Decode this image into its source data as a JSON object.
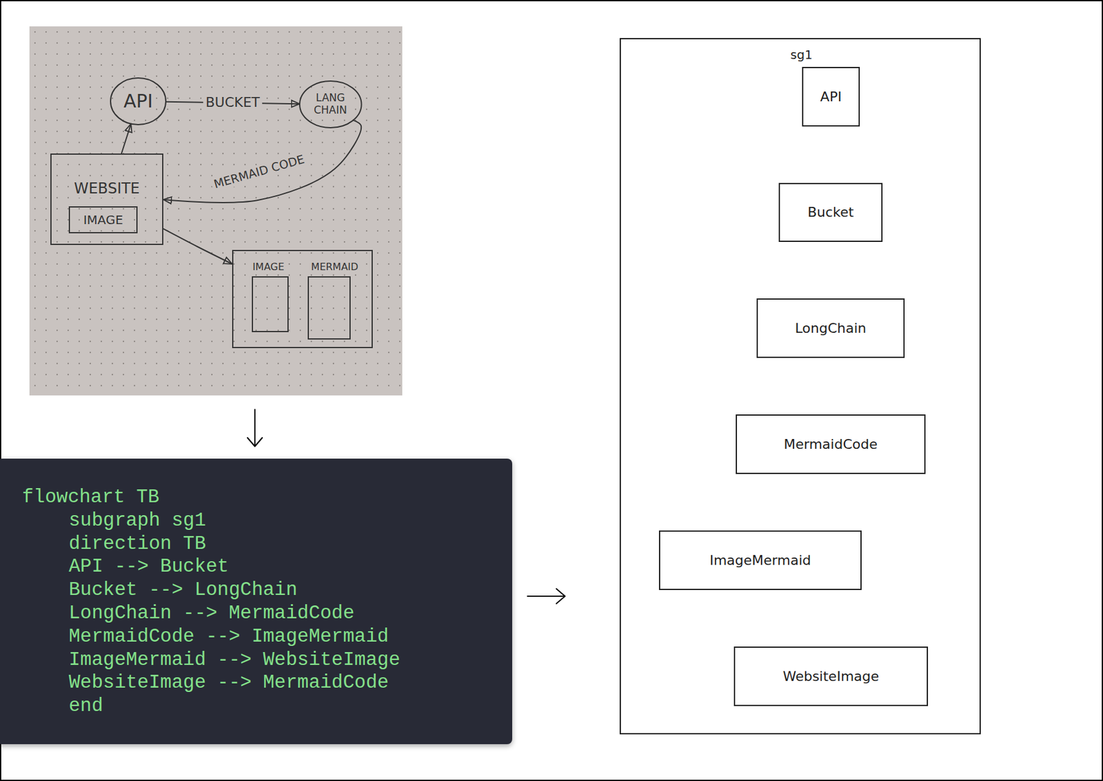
{
  "diagram": {
    "nodes": [
      {
        "text": [
          "API"
        ]
      },
      {
        "text": [
          "LANG CHAIN"
        ]
      },
      {
        "text": [
          "WEBSITE"
        ]
      },
      {
        "text": [
          "IMAGE"
        ],
        "in": 2
      },
      {
        "text": [
          "IMAGE",
          "MERMAID"
        ]
      },
      {
        "text": [
          "flowchart TB",
          "subgraph sg1",
          "direction TB",
          "API --> Bucket",
          "Bucket --> LongChain",
          "LongChain --> MermaidCode",
          "MermaidCode --> ImageMermaid",
          "ImageMermaid --> WebsiteImage",
          "WebsiteImage --> MermaidCode",
          "end"
        ]
      },
      {
        "text": [
          "sg1"
        ]
      },
      {
        "text": [
          "API"
        ],
        "in": 6
      },
      {
        "text": [
          "Bucket"
        ],
        "in": 6
      },
      {
        "text": [
          "LongChain"
        ],
        "in": 6
      },
      {
        "text": [
          "MermaidCode"
        ],
        "in": 6
      },
      {
        "text": [
          "ImageMermaid"
        ],
        "in": 6
      },
      {
        "text": [
          "WebsiteImage"
        ],
        "in": 6
      }
    ],
    "edges": [
      {
        "from": 2,
        "to": 0,
        "arrow": "to"
      },
      {
        "from": 0,
        "to": 1,
        "label": "BUCKET",
        "arrow": "to"
      },
      {
        "from": 1,
        "to": 2,
        "label": "MERMAID CODE",
        "arrow": "to"
      },
      {
        "from": 2,
        "to": 4,
        "arrow": "to"
      },
      {
        "from": 7,
        "to": 8,
        "arrow": "to"
      },
      {
        "from": 8,
        "to": 9,
        "arrow": "to"
      },
      {
        "from": 9,
        "to": 10,
        "arrow": "to"
      },
      {
        "from": 10,
        "to": 11,
        "arrow": "to"
      },
      {
        "from": 11,
        "to": 12,
        "arrow": "to"
      },
      {
        "from": 12,
        "to": 10,
        "arrow": "to"
      }
    ]
  }
}
